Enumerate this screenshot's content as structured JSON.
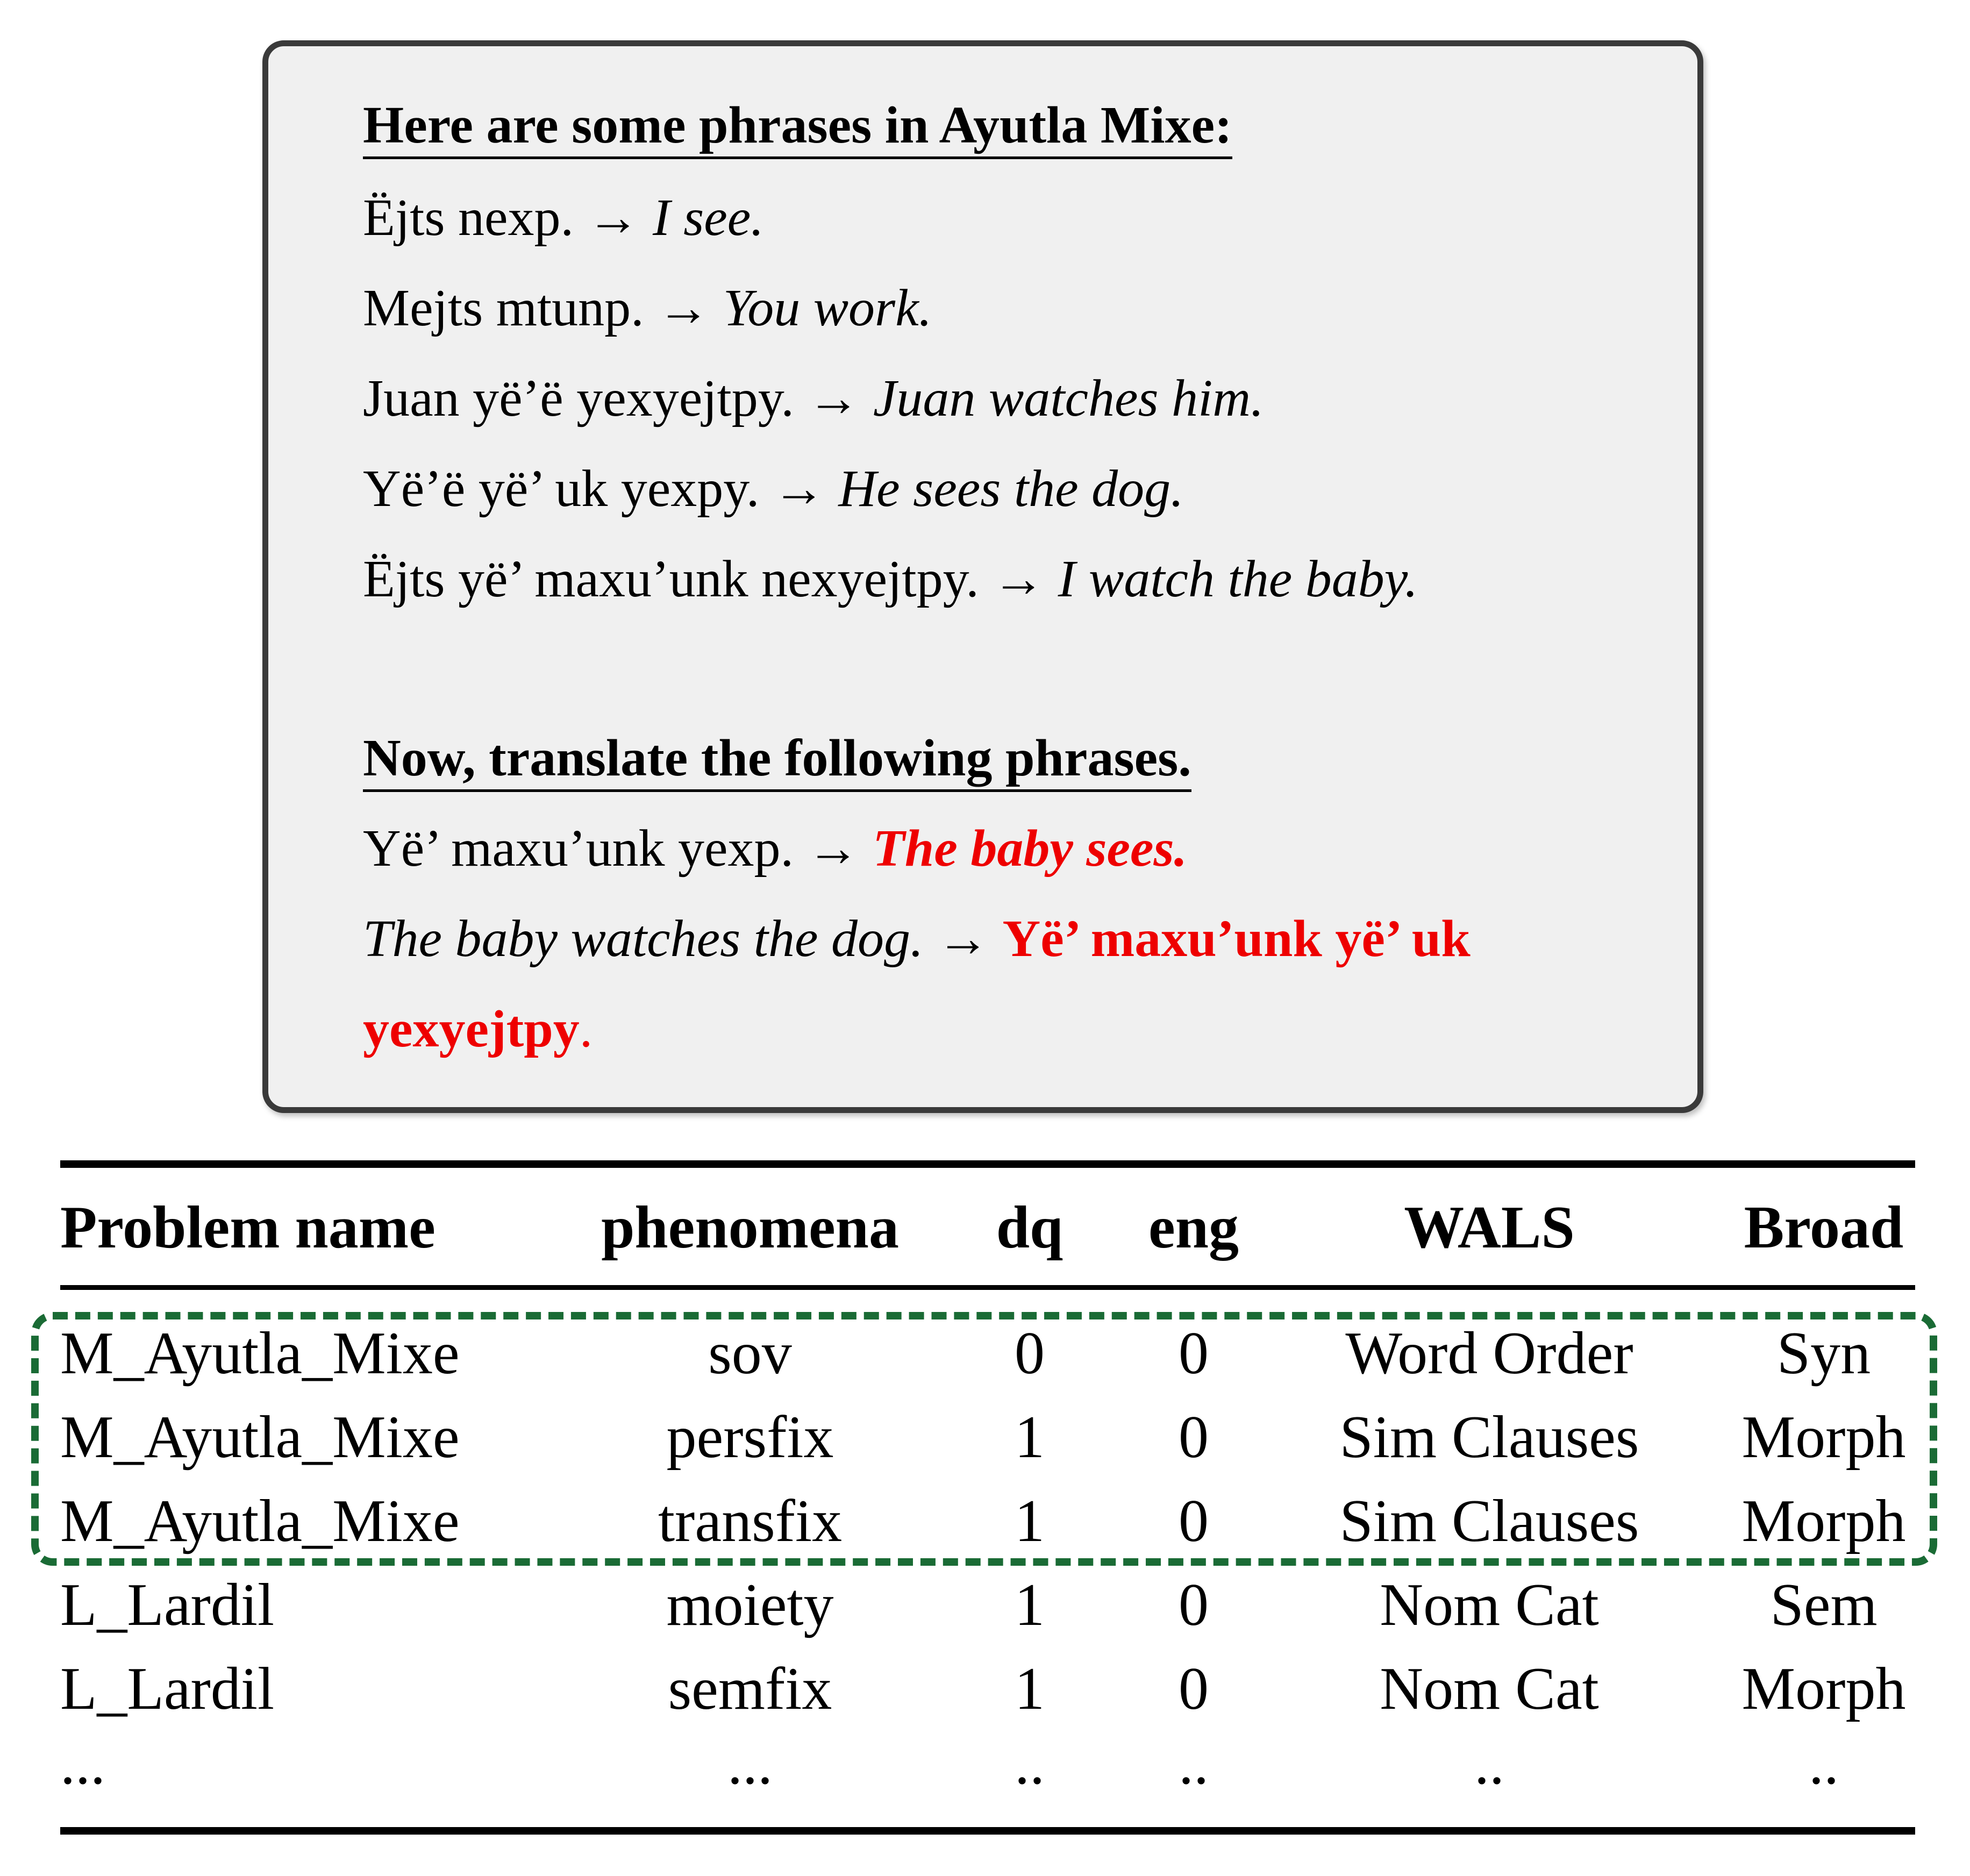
{
  "prompt": {
    "heading1": "Here are some phrases in Ayutla Mixe:",
    "examples": [
      {
        "source": "Ëjts nexp.",
        "arrow": "→",
        "target": "I see."
      },
      {
        "source": "Mejts mtunp.",
        "arrow": "→",
        "target": "You work."
      },
      {
        "source": "Juan yë’ë yexyejtpy.",
        "arrow": "→",
        "target": "Juan watches him."
      },
      {
        "source": "Yë’ë yë’ uk yexpy.",
        "arrow": "→",
        "target": "He sees the dog."
      },
      {
        "source": "Ëjts yë’ maxu’unk nexyejtpy.",
        "arrow": "→",
        "target": "I watch the baby."
      }
    ],
    "heading2": "Now, translate the following phrases.",
    "answers": [
      {
        "source": "Yë’ maxu’unk yexp.",
        "arrow": "→",
        "target": "The baby sees."
      },
      {
        "source": "The baby watches the dog.",
        "arrow": "→",
        "target_line1": "Yë’ maxu’unk yë’ uk",
        "target_line2": "yexyejtpy",
        "period": "."
      }
    ],
    "answer_color": "#ee0000"
  },
  "table": {
    "headers": [
      "Problem name",
      "phenomena",
      "dq",
      "eng",
      "WALS",
      "Broad"
    ],
    "rows": [
      [
        "M_Ayutla_Mixe",
        "sov",
        "0",
        "0",
        "Word Order",
        "Syn"
      ],
      [
        "M_Ayutla_Mixe",
        "persfix",
        "1",
        "0",
        "Sim Clauses",
        "Morph"
      ],
      [
        "M_Ayutla_Mixe",
        "transfix",
        "1",
        "0",
        "Sim Clauses",
        "Morph"
      ],
      [
        "L_Lardil",
        "moiety",
        "1",
        "0",
        "Nom Cat",
        "Sem"
      ],
      [
        "L_Lardil",
        "semfix",
        "1",
        "0",
        "Nom Cat",
        "Morph"
      ],
      [
        "...",
        "...",
        "..",
        "..",
        "..",
        ".."
      ]
    ],
    "highlight_color": "#1a6b35"
  }
}
